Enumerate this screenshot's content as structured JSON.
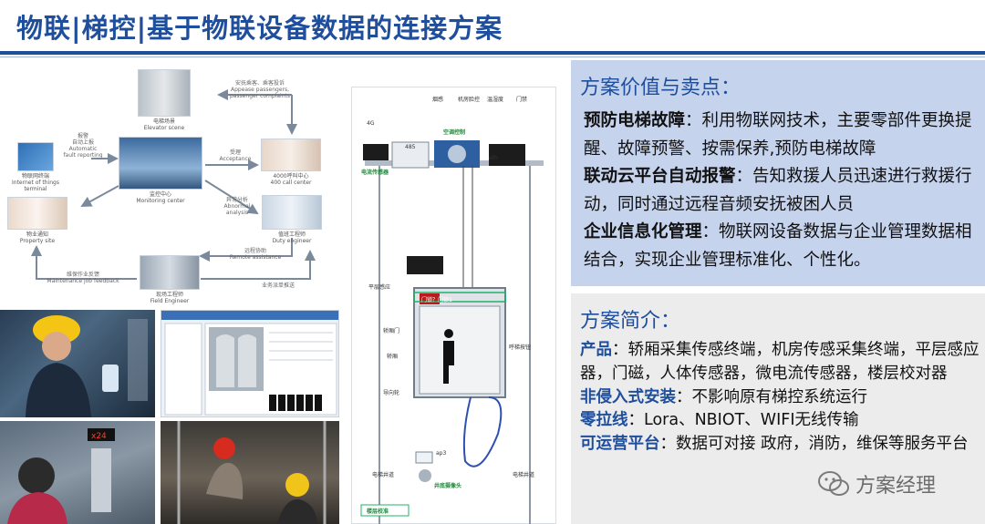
{
  "title": "物联|梯控|基于物联设备数据的连接方案",
  "flow_diagram": {
    "elevator_scene": "电梯场景",
    "elevator_scene_en": "Elevator scene",
    "passenger_label": "安抚乘客、乘客投诉",
    "passenger_label_en": "Appease passengers, passenger complaints",
    "iot_terminal_label": "报警",
    "iot_terminal_label_2": "自动上报",
    "iot_terminal_label_en": "Automatic fault reporting",
    "iot_terminal": "物联网终端",
    "iot_terminal_en": "Internet of things terminal",
    "acceptance": "受理",
    "acceptance_en": "Acceptance",
    "call_center": "4000呼叫中心",
    "call_center_en": "400 call center",
    "monitoring": "监控中心",
    "monitoring_en": "Monitoring center",
    "abnormal": "异常分析",
    "abnormal_en": "Abnormal analysis",
    "property": "物业通知",
    "property_en": "Property site",
    "duty": "值班工程师",
    "duty_en": "Duty engineer",
    "remote": "远程协助",
    "remote_en": "Remote assistance",
    "maintenance": "维保作业反馈",
    "maintenance_en": "Maintenance job feedback",
    "dispatch": "业务派单推送",
    "field": "现场工程师",
    "field_en": "Field Engineer"
  },
  "elevator_diagram": {
    "top_labels": [
      "烟感",
      "机房脸控",
      "温湿度",
      "门禁"
    ],
    "ac_control": "空调控制",
    "sensor_485": "485",
    "current_sensor": "电流传感器",
    "eth": "eth",
    "signal_4g": "4G",
    "door_label": "门锁？门锁1",
    "floor_sensor": "平层感应",
    "car_door": "轿厢门",
    "car_wall": "轿厢",
    "guide_wheel": "导向轮",
    "hall_button": "呼梯按钮",
    "counterweight": "电梯井道",
    "ap": "ap3",
    "camera": "井底摄像头",
    "floor_check": "楼层校准",
    "pit": "电梯井道"
  },
  "value": {
    "heading": "方案价值与卖点：",
    "items": [
      {
        "key": "预防电梯故障",
        "text": "：利用物联网技术，主要零部件更换提醒、故障预警、按需保养,预防电梯故障"
      },
      {
        "key": "联动云平台自动报警",
        "text": "：告知救援人员迅速进行救援行动，同时通过远程音频安抚被困人员"
      },
      {
        "key": "企业信息化管理",
        "text": "：物联网设备数据与企业管理数据相结合，实现企业管理标准化、个性化。"
      }
    ]
  },
  "intro": {
    "heading": "方案简介：",
    "items": [
      {
        "key": "产品",
        "text": "：轿厢采集传感终端，机房传感采集终端，平层感应器，门磁，人体传感器，微电流传感器，楼层校对器"
      },
      {
        "key": "非侵入式安装",
        "text": "：不影响原有梯控系统运行"
      },
      {
        "key": "零拉线",
        "text": "：Lora、NBIOT、WIFI无线传输"
      },
      {
        "key": "可运营平台",
        "text": "：数据可对接 政府，消防，维保等服务平台"
      }
    ]
  },
  "watermark": "方案经理",
  "colors": {
    "brand_blue": "#1f4e9c",
    "value_panel": "#c6d3ed",
    "intro_panel": "#ececec"
  }
}
